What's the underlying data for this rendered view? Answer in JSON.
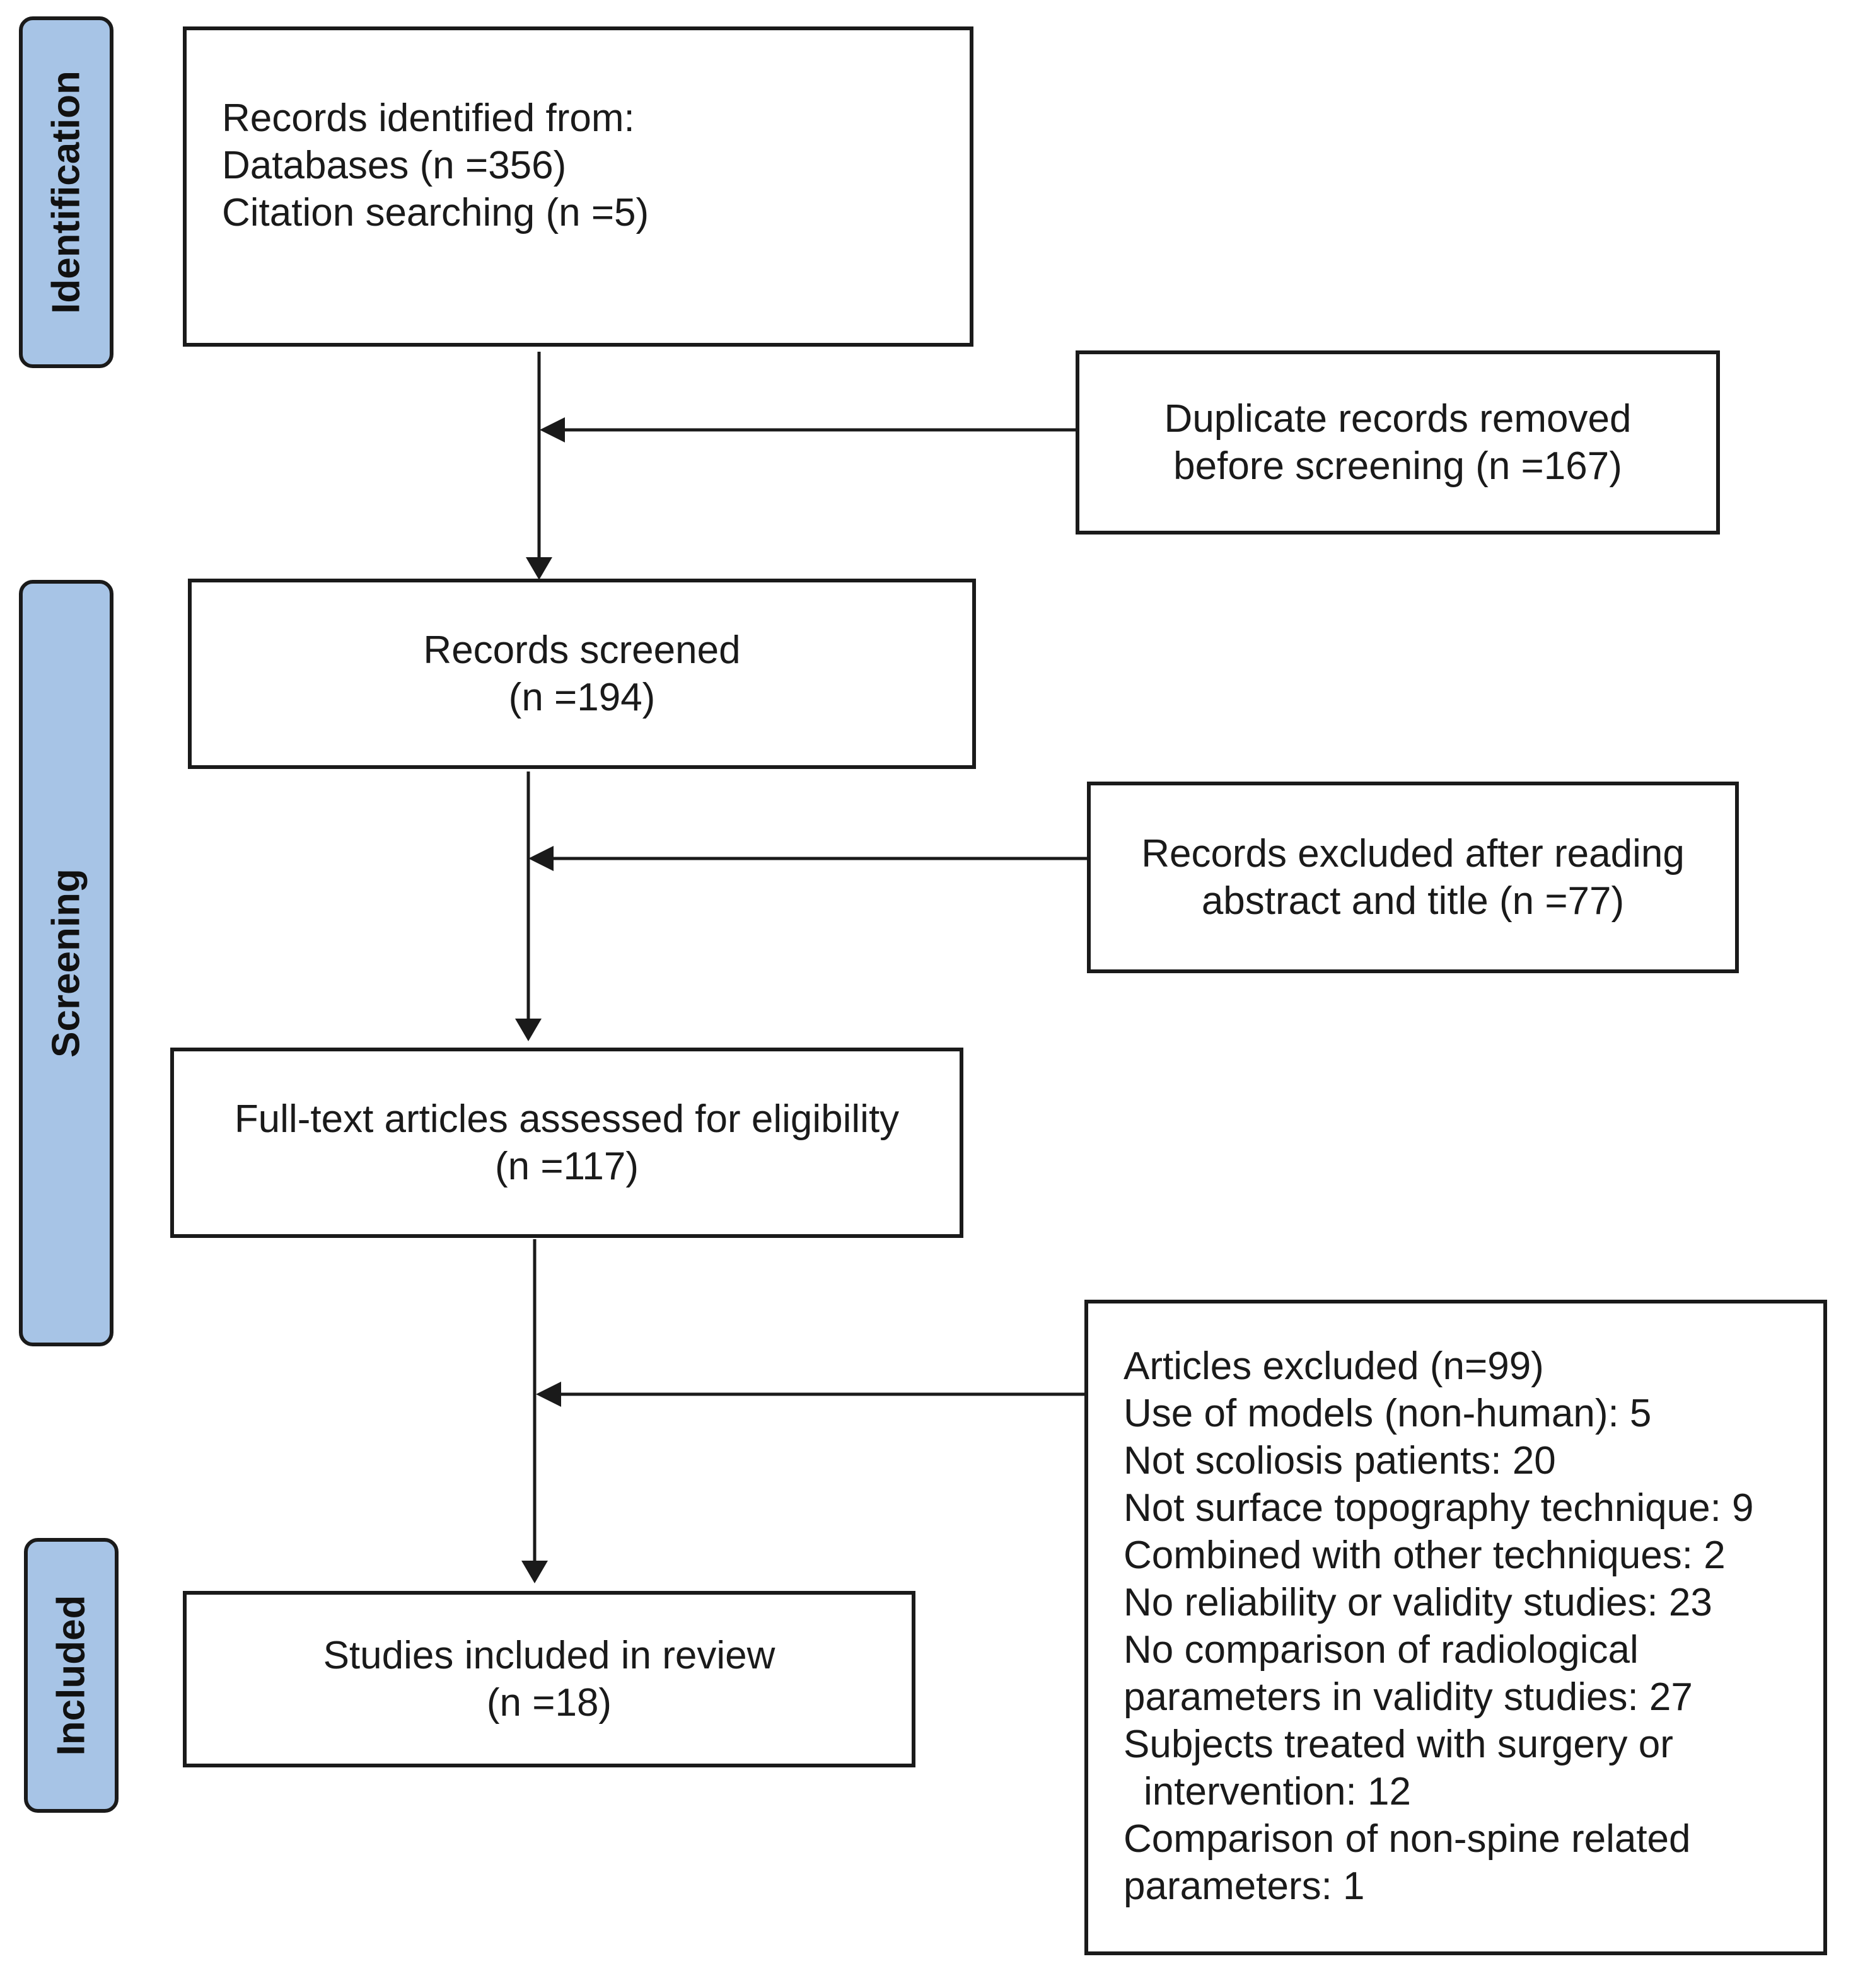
{
  "phases": {
    "identification": "Identification",
    "screening": "Screening",
    "included": "Included"
  },
  "boxes": {
    "identified": {
      "lines": [
        "Records identified from:",
        "Databases (n =356)",
        "Citation searching (n =5)"
      ]
    },
    "duplicates": {
      "lines": [
        "Duplicate records removed",
        "before screening (n =167)"
      ]
    },
    "screened": {
      "lines": [
        "Records screened",
        "(n =194)"
      ]
    },
    "excluded_abstract": {
      "lines": [
        "Records excluded after reading",
        "abstract and title (n =77)"
      ]
    },
    "full_text": {
      "lines": [
        "Full-text articles assessed for eligibility",
        "(n =117)"
      ]
    },
    "articles_excluded": {
      "lines": [
        "Articles excluded (n=99)",
        "Use of models (non-human): 5",
        "Not scoliosis patients: 20",
        "Not surface topography technique: 9",
        "Combined with other techniques: 2",
        "No reliability or validity studies: 23",
        "No comparison of radiological",
        "parameters in validity studies: 27",
        "Subjects treated with surgery or",
        "intervention: 12",
        "Comparison of non-spine related",
        "parameters: 1"
      ]
    },
    "included": {
      "lines": [
        "Studies included in review",
        "(n =18)"
      ]
    }
  },
  "colors": {
    "phase_fill": "#a7c4e6",
    "stroke": "#1a1a1a"
  }
}
